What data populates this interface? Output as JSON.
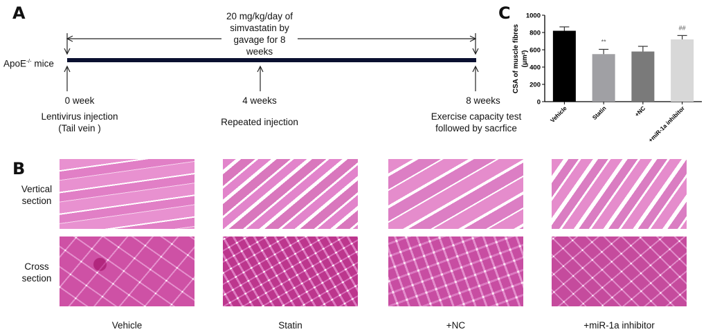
{
  "panels": {
    "a": "A",
    "b": "B",
    "c": "C"
  },
  "timeline": {
    "subject": "ApoE",
    "subject_sup": "-/-",
    "subject_suffix": " mice",
    "treatment": [
      "20 mg/kg/day of",
      "simvastatin by",
      "gavage  for 8",
      "weeks"
    ],
    "points": [
      {
        "time": "0 week",
        "event": [
          "Lentivirus  injection",
          "(Tail vein )"
        ]
      },
      {
        "time": "4 weeks",
        "event": [
          "Repeated injection"
        ]
      },
      {
        "time": "8 weeks",
        "event": [
          "Exercise capacity test",
          "followed by sacrfice"
        ]
      }
    ]
  },
  "histology": {
    "rows": [
      {
        "label": [
          "Vertical",
          "section"
        ]
      },
      {
        "label": [
          "Cross",
          "section"
        ]
      }
    ],
    "groups": [
      "Vehicle",
      "Statin",
      "+NC",
      "+miR-1a inhibitor"
    ]
  },
  "chart_data": {
    "type": "bar",
    "categories": [
      "Vehicle",
      "Statin",
      "+NC",
      "+miR-1a inhibitor"
    ],
    "values": [
      820,
      550,
      580,
      720
    ],
    "errors": [
      45,
      55,
      60,
      45
    ],
    "annotations": [
      "",
      "**",
      "",
      "##"
    ],
    "colors": [
      "#000000",
      "#a0a0a4",
      "#7a7a7a",
      "#d8d8d8"
    ],
    "ylabel": "CSA of muscle fibres",
    "ylabel2": "(μm²)",
    "ylim": [
      0,
      1000
    ],
    "yticks": [
      "0",
      "200",
      "400",
      "600",
      "800",
      "1000"
    ],
    "grid": false
  }
}
